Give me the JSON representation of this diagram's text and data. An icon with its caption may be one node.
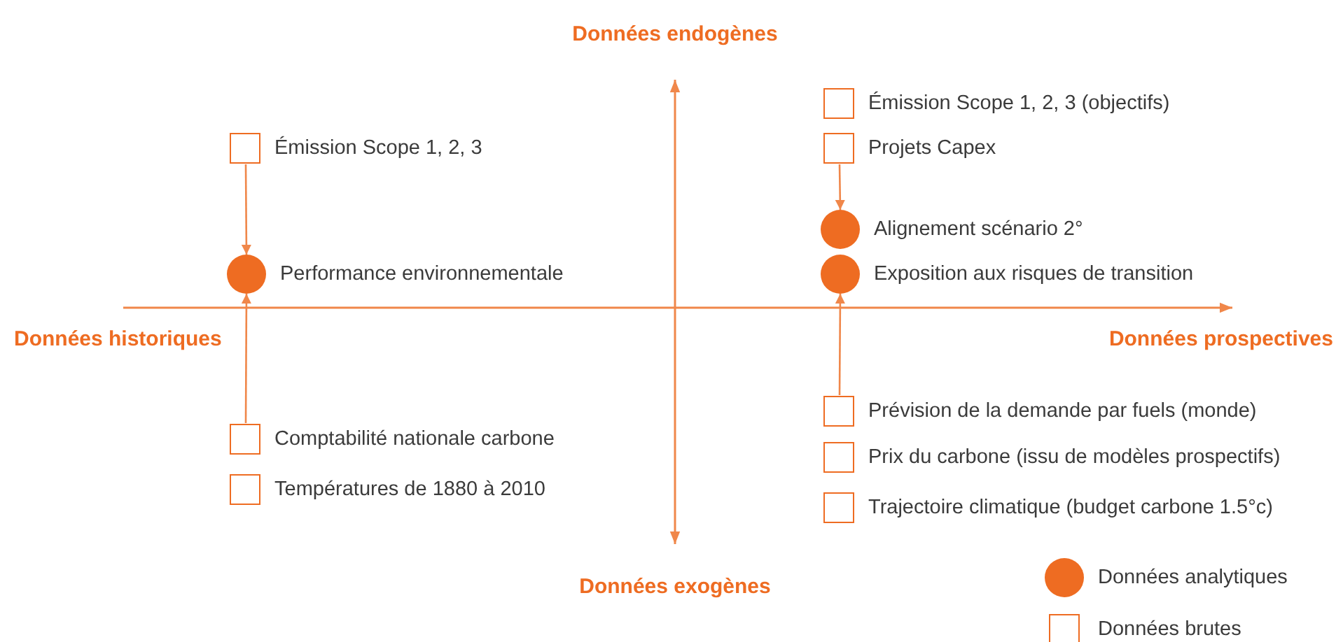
{
  "diagram": {
    "nodes": [
      {
        "text": [],
        "shape": "box",
        "beside": [
          "Émission Scope 1, 2, 3"
        ]
      },
      {
        "text": [],
        "shape": "circle",
        "beside": [
          "Performance environnementale"
        ]
      },
      {
        "text": [],
        "shape": "box",
        "beside": [
          "Comptabilité nationale carbone"
        ]
      },
      {
        "text": [],
        "shape": "box",
        "beside": [
          "Températures de 1880 à 2010"
        ]
      },
      {
        "text": [],
        "shape": "box",
        "beside": [
          "Émission Scope 1, 2, 3 (objectifs)"
        ]
      },
      {
        "text": [],
        "shape": "box",
        "beside": [
          "Projets Capex"
        ]
      },
      {
        "text": [],
        "shape": "circle",
        "beside": [
          "Alignement scénario 2°"
        ]
      },
      {
        "text": [],
        "shape": "circle",
        "beside": [
          "Exposition aux risques de transition"
        ]
      },
      {
        "text": [],
        "shape": "box",
        "beside": [
          "Prévision de la demande par fuels (monde)"
        ]
      },
      {
        "text": [],
        "shape": "box",
        "beside": [
          "Prix du carbone (issu de modèles prospectifs)"
        ]
      },
      {
        "text": [],
        "shape": "box",
        "beside": [
          "Trajectoire climatique (budget carbone 1.5°c)"
        ]
      }
    ],
    "edges": [
      {
        "from": 0,
        "to": 1,
        "arrow": "to"
      },
      {
        "from": 2,
        "to": 1,
        "arrow": "to"
      },
      {
        "from": 5,
        "to": 6,
        "arrow": "to"
      },
      {
        "from": 8,
        "to": 7,
        "arrow": "to"
      }
    ],
    "labels": [
      "Données endogènes",
      "Données historiques",
      "Données prospectives",
      "Données exogènes"
    ],
    "legend": [
      {
        "text": "Données analytiques",
        "color": "#ee6c22"
      },
      {
        "text": "Données brutes"
      }
    ]
  }
}
